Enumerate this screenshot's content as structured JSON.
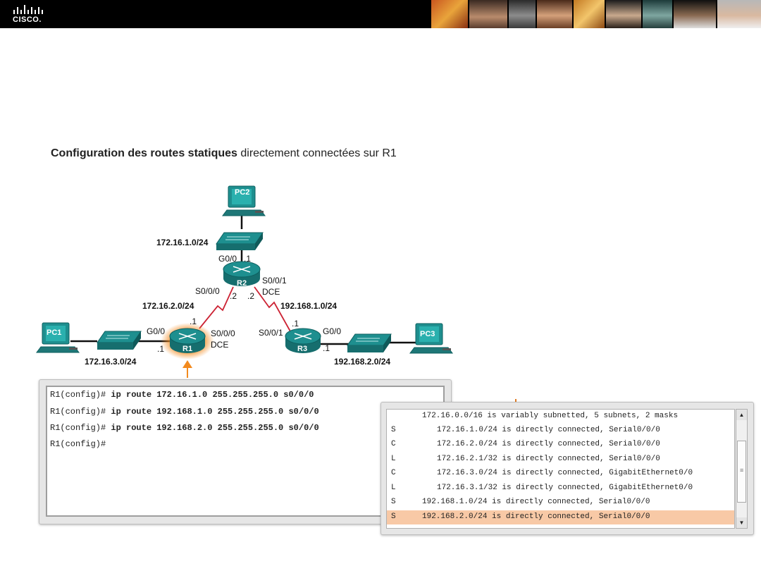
{
  "header": {
    "logo_text": "CISCO."
  },
  "title": {
    "bold": "Configuration des routes statiques",
    "regular": " directement connectées sur R1"
  },
  "diagram": {
    "devices": {
      "pc1": "PC1",
      "pc2": "PC2",
      "pc3": "PC3",
      "r1": "R1",
      "r2": "R2",
      "r3": "R3"
    },
    "networks": {
      "net_pc2": "172.16.1.0/24",
      "net_r1_r2": "172.16.2.0/24",
      "net_r2_r3": "192.168.1.0/24",
      "net_pc1": "172.16.3.0/24",
      "net_pc3": "192.168.2.0/24"
    },
    "interfaces": {
      "r2_g00": "G0/0",
      "r2_g00_host": ".1",
      "r2_s000": "S0/0/0",
      "r2_s001": "S0/0/1",
      "r2_dce": "DCE",
      "r2_s000_host": ".2",
      "r2_s001_host": ".2",
      "r1_s000_host": ".1",
      "r1_g00": "G0/0",
      "r1_g00_host": ".1",
      "r1_s000": "S0/0/0",
      "r1_dce": "DCE",
      "r3_s001": "S0/0/1",
      "r3_s001_host": ".1",
      "r3_g00": "G0/0",
      "r3_g00_host": ".1"
    },
    "colors": {
      "device": "#1e8f8f",
      "serial_link": "#cc2233",
      "highlight": "#f28a1e"
    }
  },
  "config_terminal": {
    "lines": [
      {
        "prompt": "R1(config)# ",
        "command": "ip route 172.16.1.0 255.255.255.0 s0/0/0"
      },
      {
        "prompt": "R1(config)# ",
        "command": "ip route 192.168.1.0 255.255.255.0 s0/0/0"
      },
      {
        "prompt": "R1(config)# ",
        "command": "ip route 192.168.2.0 255.255.255.0 s0/0/0"
      },
      {
        "prompt": "R1(config)#",
        "command": ""
      }
    ]
  },
  "routing_table": {
    "rows": [
      {
        "code": "",
        "text": "172.16.0.0/16 is variably subnetted, 5 subnets, 2 masks",
        "indent": 1
      },
      {
        "code": "S",
        "text": "172.16.1.0/24 is directly connected, Serial0/0/0",
        "indent": 2
      },
      {
        "code": "C",
        "text": "172.16.2.0/24 is directly connected, Serial0/0/0",
        "indent": 2
      },
      {
        "code": "L",
        "text": "172.16.2.1/32 is directly connected, Serial0/0/0",
        "indent": 2
      },
      {
        "code": "C",
        "text": "172.16.3.0/24 is directly connected, GigabitEthernet0/0",
        "indent": 2
      },
      {
        "code": "L",
        "text": "172.16.3.1/32 is directly connected, GigabitEthernet0/0",
        "indent": 2
      },
      {
        "code": "S",
        "text": "192.168.1.0/24 is directly connected, Serial0/0/0",
        "indent": 1
      },
      {
        "code": "S",
        "text": "192.168.2.0/24 is directly connected, Serial0/0/0",
        "indent": 1,
        "highlighted": true
      }
    ],
    "highlight_color": "#f8c9a6"
  }
}
